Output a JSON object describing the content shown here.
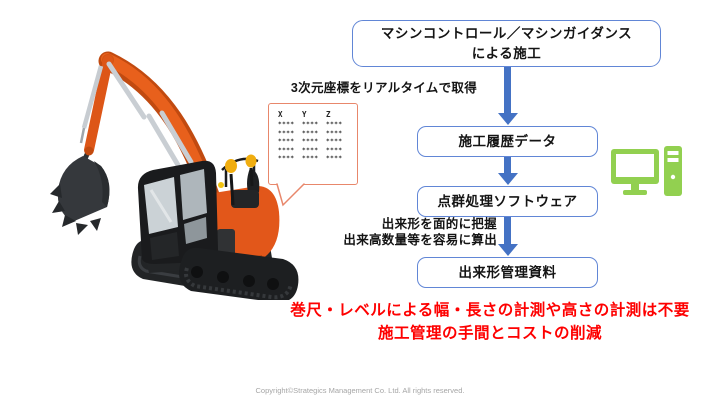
{
  "flow": {
    "box1_line1": "マシンコントロール／マシンガイダンス",
    "box1_line2": "による施工",
    "caption_realtime": "3次元座標をリアルタイムで取得",
    "box2": "施工履歴データ",
    "box3": "点群処理ソフトウェア",
    "caption_dekigata_line1": "出来形を面的に把握",
    "caption_dekigata_line2": "出来高数量等を容易に算出",
    "box4": "出来形管理資料"
  },
  "callout": {
    "headers": [
      "X",
      "Y",
      "Z"
    ],
    "rows": [
      [
        "****",
        "****",
        "****"
      ],
      [
        "****",
        "****",
        "****"
      ],
      [
        "****",
        "****",
        "****"
      ],
      [
        "****",
        "****",
        "****"
      ],
      [
        "****",
        "****",
        "****"
      ]
    ]
  },
  "highlight": {
    "line1": "巻尺・レベルによる幅・長さの計測や高さの計測は不要",
    "line2": "施工管理の手間とコストの削減"
  },
  "footer": {
    "copyright": "Copyright©Strategics Management Co. Ltd. All rights reserved."
  },
  "colors": {
    "arrow_blue": "#4472C4",
    "box_border_blue": "#6186D6",
    "callout_border": "#E8876B",
    "highlight_red": "#FE0000",
    "computer_green": "#92D050",
    "excavator_orange": "#E2571A"
  }
}
